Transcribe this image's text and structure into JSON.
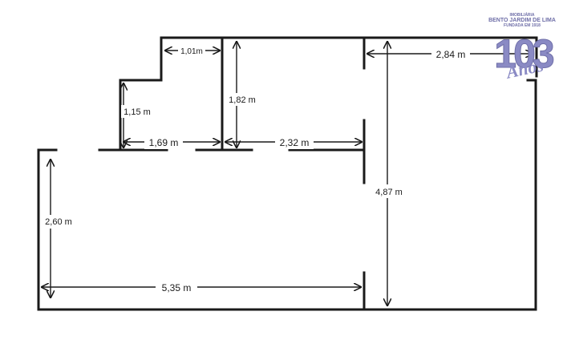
{
  "dimensions": {
    "d1": "1,01m",
    "d2": "1,15 m",
    "d3": "1,82 m",
    "d4": "2,84 m",
    "d5": "1,69 m",
    "d6": "2,32 m",
    "d7": "4,87 m",
    "d8": "2,60 m",
    "d9": "5,35 m"
  },
  "logo": {
    "line1": "IMOBILIÁRIA",
    "line2": "BENTO JARDIM DE LIMA",
    "line3": "FUNDADA EM 1918",
    "number": "103",
    "anos": "Anos",
    "colors": {
      "fill": "#8a8ac4",
      "stroke": "#6f6fa8"
    }
  },
  "colors": {
    "walls": "#1a1a1a",
    "background": "#ffffff"
  }
}
